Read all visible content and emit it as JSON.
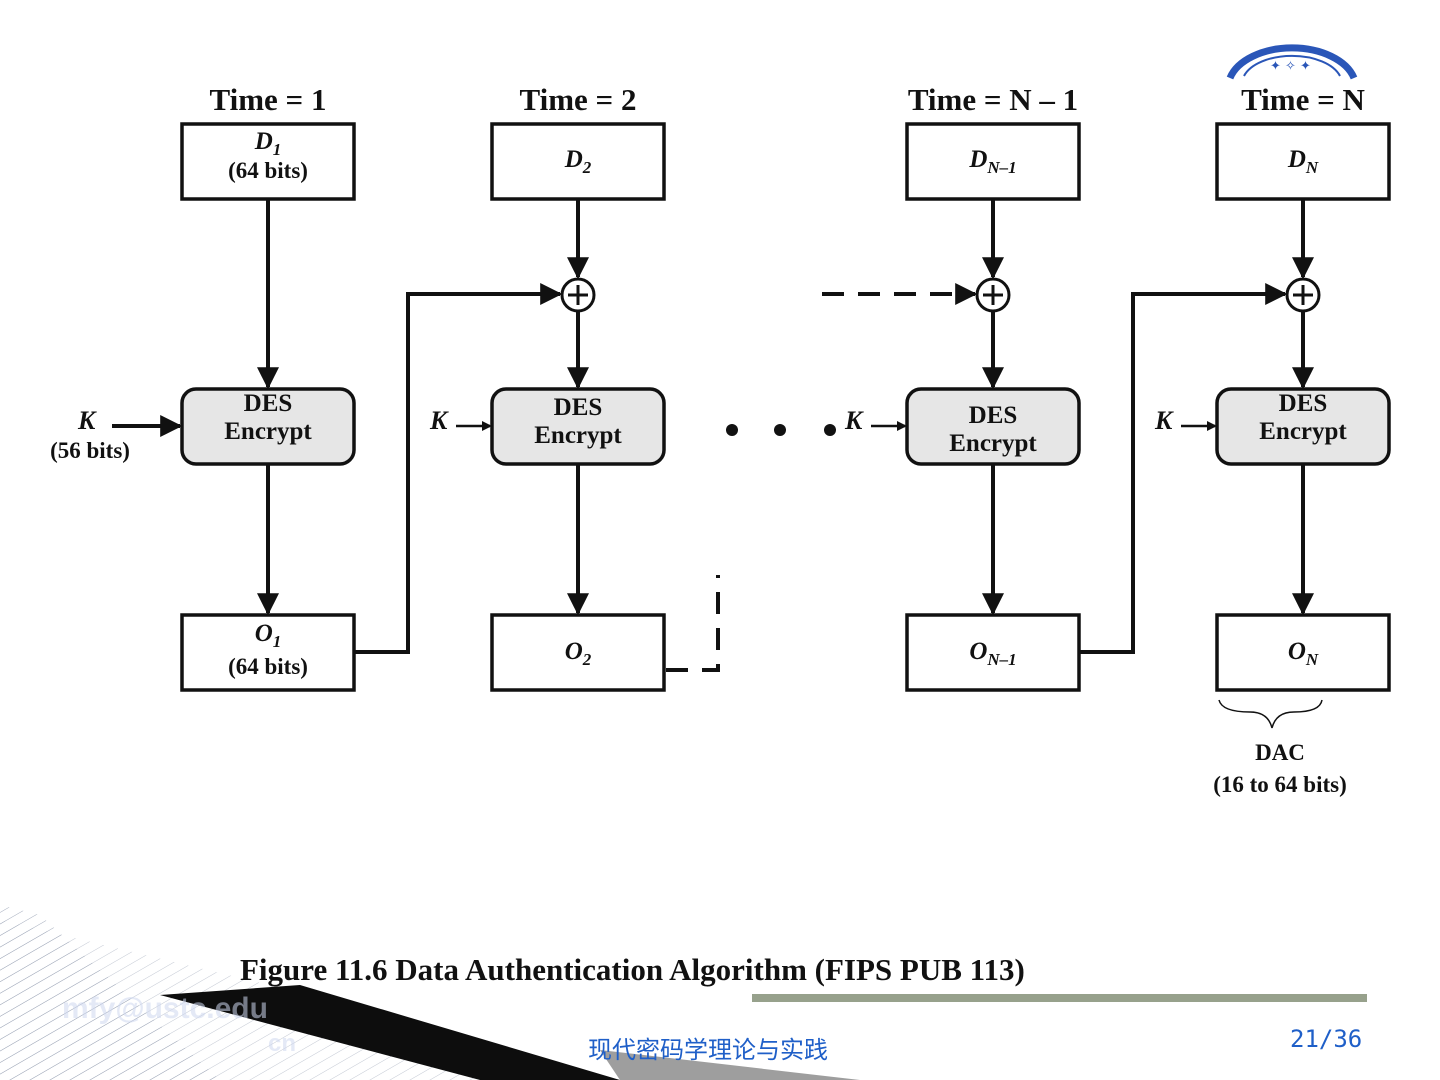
{
  "slide": {
    "caption": "Figure 11.6   Data Authentication Algorithm (FIPS PUB 113)",
    "footer_center": "现代密码学理论与实践",
    "page_number": "21/36",
    "watermark_email_1": "mfy@ustc.edu",
    "watermark_email_2": "cn",
    "colors": {
      "footer_text": "#1f5fc8",
      "des_fill": "#e6e6e6",
      "stroke": "#111111"
    }
  },
  "diagram": {
    "columns": [
      {
        "time": "Time = 1",
        "data": "D",
        "data_sub": "1",
        "data_note": "(64 bits)",
        "out": "O",
        "out_sub": "1",
        "out_note": "(64 bits)",
        "des_line1": "DES",
        "des_line2": "Encrypt",
        "key": "K",
        "key_note": "(56 bits)"
      },
      {
        "time": "Time = 2",
        "data": "D",
        "data_sub": "2",
        "out": "O",
        "out_sub": "2",
        "des_line1": "DES",
        "des_line2": "Encrypt",
        "key": "K"
      },
      {
        "time": "Time = N – 1",
        "data": "D",
        "data_sub": "N–1",
        "out": "O",
        "out_sub": "N–1",
        "des_line1": "DES",
        "des_line2": "Encrypt",
        "key": "K"
      },
      {
        "time": "Time = N",
        "data": "D",
        "data_sub": "N",
        "out": "O",
        "out_sub": "N",
        "des_line1": "DES",
        "des_line2": "Encrypt",
        "key": "K"
      }
    ],
    "dac_label": "DAC",
    "dac_note": "(16 to 64 bits)"
  }
}
